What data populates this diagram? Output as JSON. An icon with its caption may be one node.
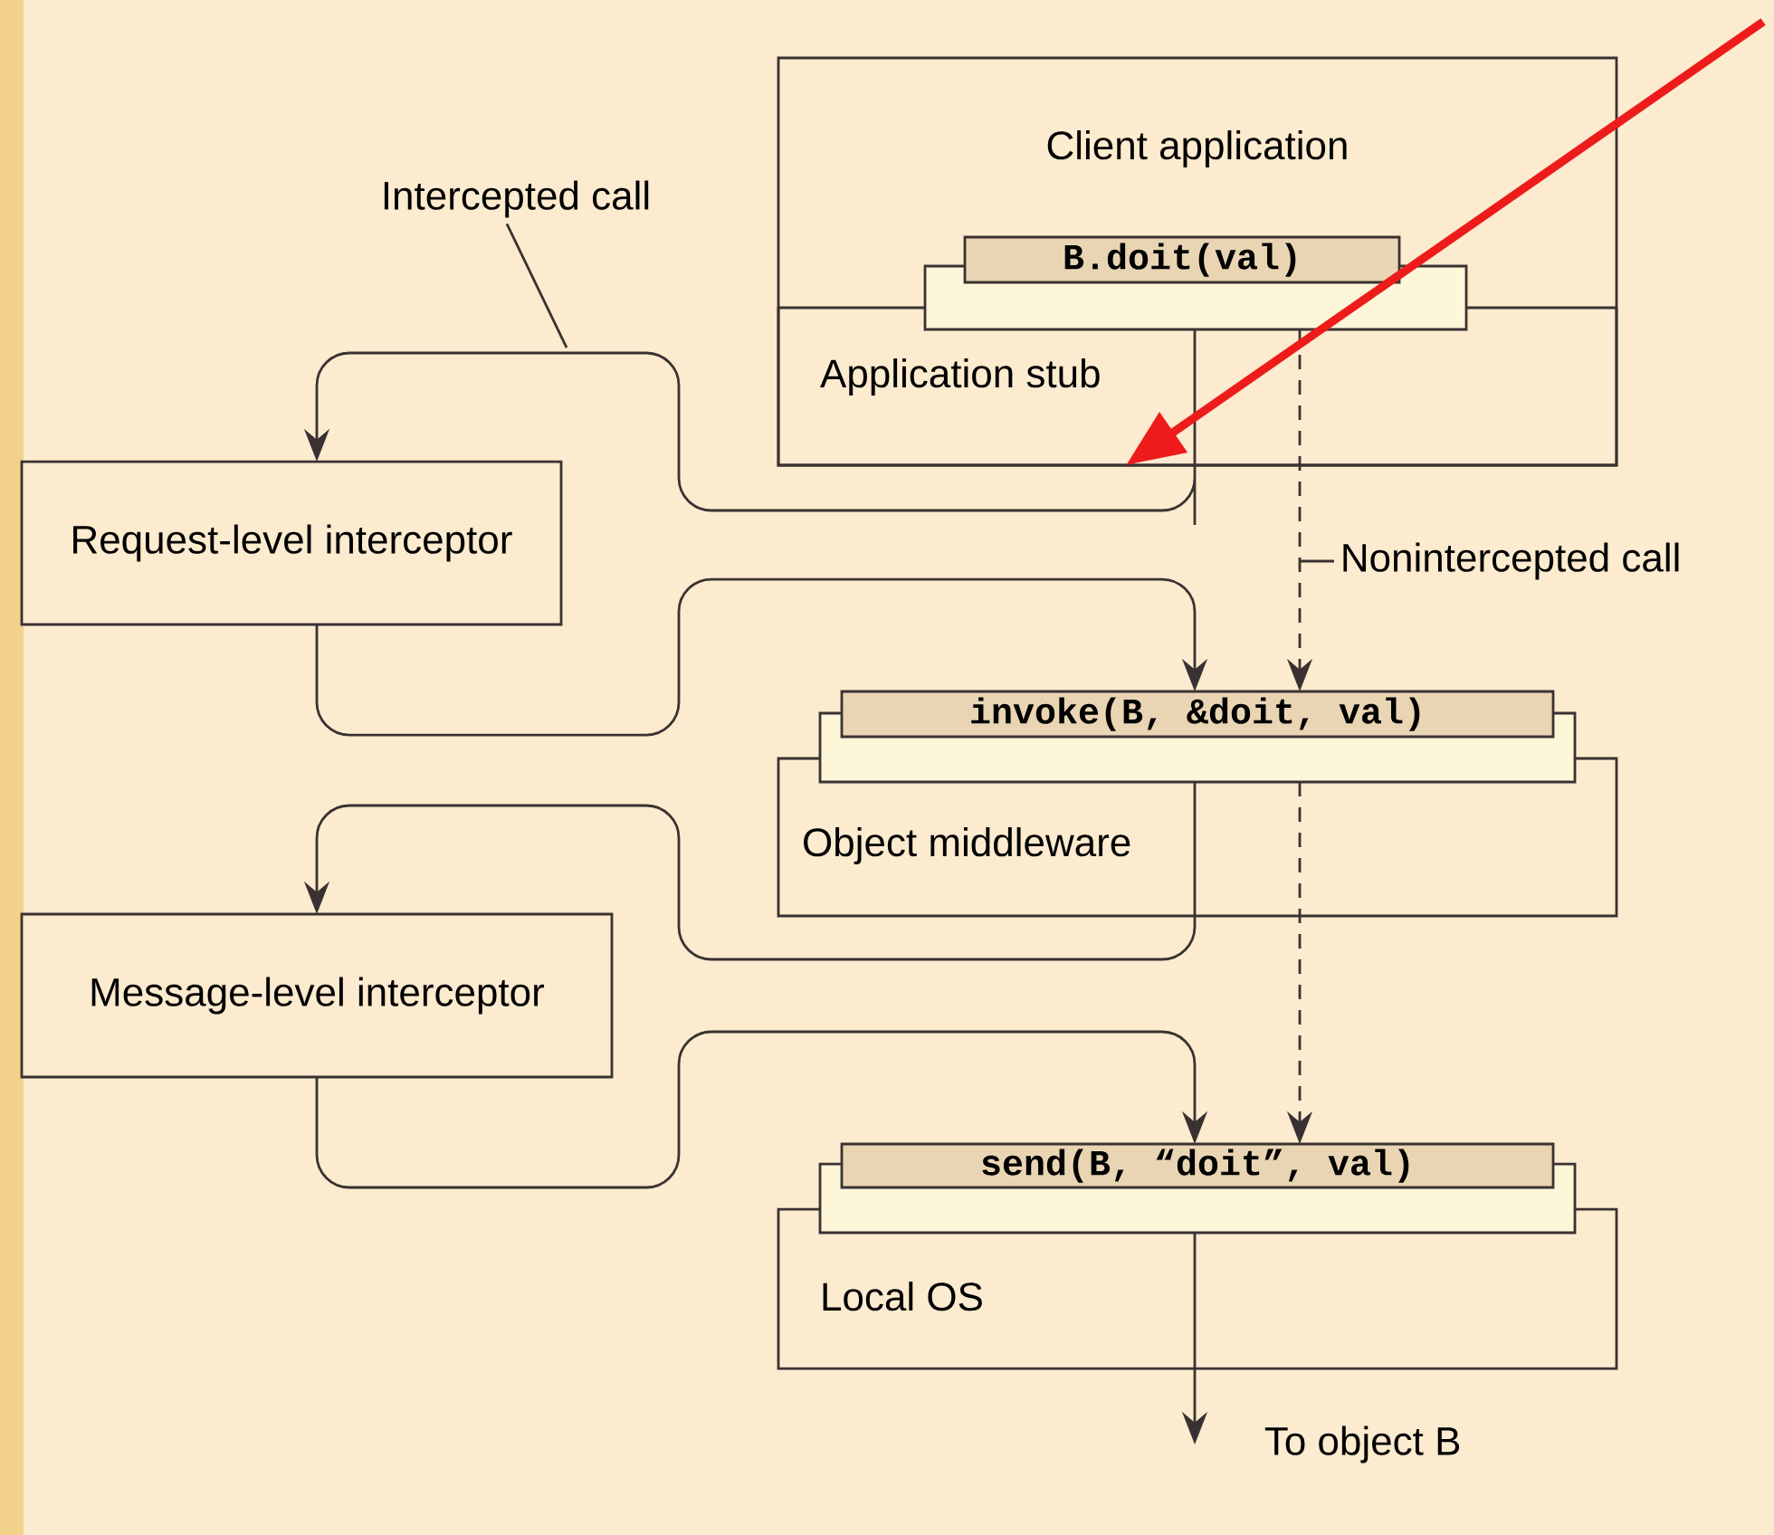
{
  "diagram": {
    "nodes": [
      {
        "text": [
          "Client application"
        ]
      },
      {
        "text": [
          "Application stub"
        ],
        "in": 0
      },
      {
        "text": [
          "B.doit(val)"
        ],
        "in": 0
      },
      {
        "text": [],
        "shape": "box",
        "in": 0
      },
      {
        "text": [
          "Intercepted call"
        ]
      },
      {
        "text": [
          "Request-level interceptor"
        ]
      },
      {
        "text": [
          "Nonintercepted call"
        ]
      },
      {
        "text": [
          "invoke(B, &doit, val)"
        ]
      },
      {
        "text": [],
        "shape": "box"
      },
      {
        "text": [
          "Object middleware"
        ]
      },
      {
        "text": [
          "Message-level interceptor"
        ]
      },
      {
        "text": [
          "send(B, “doit”, val)"
        ]
      },
      {
        "text": [],
        "shape": "box"
      },
      {
        "text": [
          "Local OS"
        ]
      },
      {
        "text": [
          "To object B"
        ]
      }
    ],
    "edges": [
      {
        "from": 1,
        "to": 5,
        "arrow": "to"
      },
      {
        "from": 1,
        "to": 7,
        "arrow": "to",
        "style": "dashed"
      },
      {
        "from": 5,
        "to": 7,
        "arrow": "to"
      },
      {
        "from": 9,
        "to": 10,
        "arrow": "to"
      },
      {
        "from": 9,
        "to": 11,
        "arrow": "to",
        "style": "dashed"
      },
      {
        "from": 10,
        "to": 11,
        "arrow": "to"
      },
      {
        "from": 13,
        "to": 14,
        "arrow": "to"
      },
      {
        "from": 4,
        "to": null,
        "arrow": "none"
      },
      {
        "from": 6,
        "to": null,
        "arrow": "none"
      },
      {
        "from": null,
        "to": 1,
        "arrow": "to",
        "style": "thick",
        "color": "#ee1b1b"
      }
    ]
  }
}
